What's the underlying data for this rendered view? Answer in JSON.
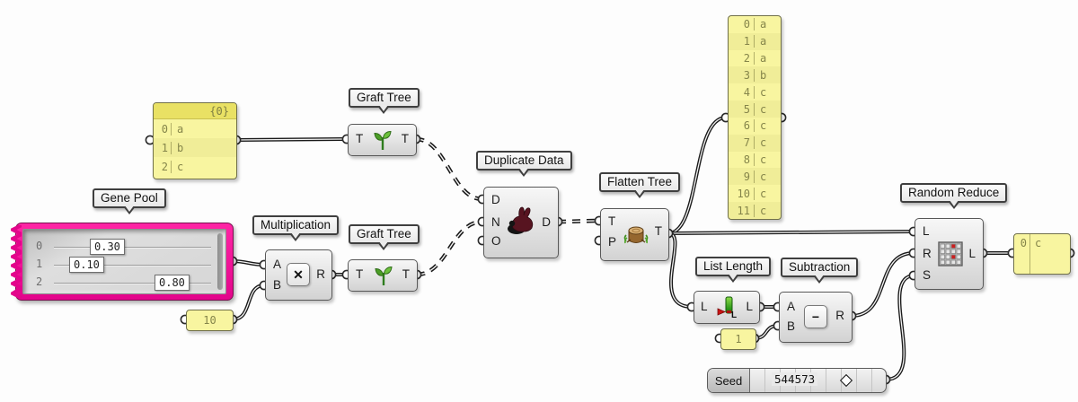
{
  "tooltips": {
    "graft_tree_1": "Graft Tree",
    "gene_pool": "Gene Pool",
    "multiplication": "Multiplication",
    "graft_tree_2": "Graft Tree",
    "duplicate_data": "Duplicate Data",
    "flatten_tree": "Flatten Tree",
    "list_length": "List Length",
    "subtraction": "Subtraction",
    "random_reduce": "Random Reduce"
  },
  "panels": {
    "abc": {
      "header": "{0}",
      "rows": [
        {
          "index": "0",
          "value": "a"
        },
        {
          "index": "1",
          "value": "b"
        },
        {
          "index": "2",
          "value": "c"
        }
      ]
    },
    "ten": {
      "value": "10"
    },
    "one": {
      "value": "1"
    },
    "list": {
      "rows": [
        {
          "index": "0",
          "value": "a"
        },
        {
          "index": "1",
          "value": "a"
        },
        {
          "index": "2",
          "value": "a"
        },
        {
          "index": "3",
          "value": "b"
        },
        {
          "index": "4",
          "value": "c"
        },
        {
          "index": "5",
          "value": "c"
        },
        {
          "index": "6",
          "value": "c"
        },
        {
          "index": "7",
          "value": "c"
        },
        {
          "index": "8",
          "value": "c"
        },
        {
          "index": "9",
          "value": "c"
        },
        {
          "index": "10",
          "value": "c"
        },
        {
          "index": "11",
          "value": "c"
        }
      ]
    },
    "out": {
      "rows": [
        {
          "index": "0",
          "value": "c"
        }
      ]
    }
  },
  "gene_pool": {
    "sliders": [
      {
        "index": "0",
        "value": "0.30"
      },
      {
        "index": "1",
        "value": "0.10"
      },
      {
        "index": "2",
        "value": "0.80"
      }
    ]
  },
  "components": {
    "graft1": {
      "in": "T",
      "out": "T"
    },
    "graft2": {
      "in": "T",
      "out": "T"
    },
    "multiplication": {
      "in_a": "A",
      "in_b": "B",
      "out": "R",
      "glyph": "✕"
    },
    "duplicate": {
      "in_d": "D",
      "in_n": "N",
      "in_o": "O",
      "out": "D"
    },
    "flatten": {
      "in_t": "T",
      "in_p": "P",
      "out": "T"
    },
    "list_length": {
      "in": "L",
      "out": "L"
    },
    "subtraction": {
      "in_a": "A",
      "in_b": "B",
      "out": "R",
      "glyph": "−"
    },
    "random_reduce": {
      "in_l": "L",
      "in_r": "R",
      "in_s": "S",
      "out": "L"
    }
  },
  "seed_slider": {
    "name": "Seed",
    "value": "544573"
  },
  "colors": {
    "panel_yellow": "#f8f5a0",
    "panel_header_yellow": "#e9e164",
    "gene_pool_magenta": "#ef0f9a",
    "wire_black": "#1a1a1a",
    "accent_red": "#cc2020",
    "leaf_green": "#55a82d"
  }
}
